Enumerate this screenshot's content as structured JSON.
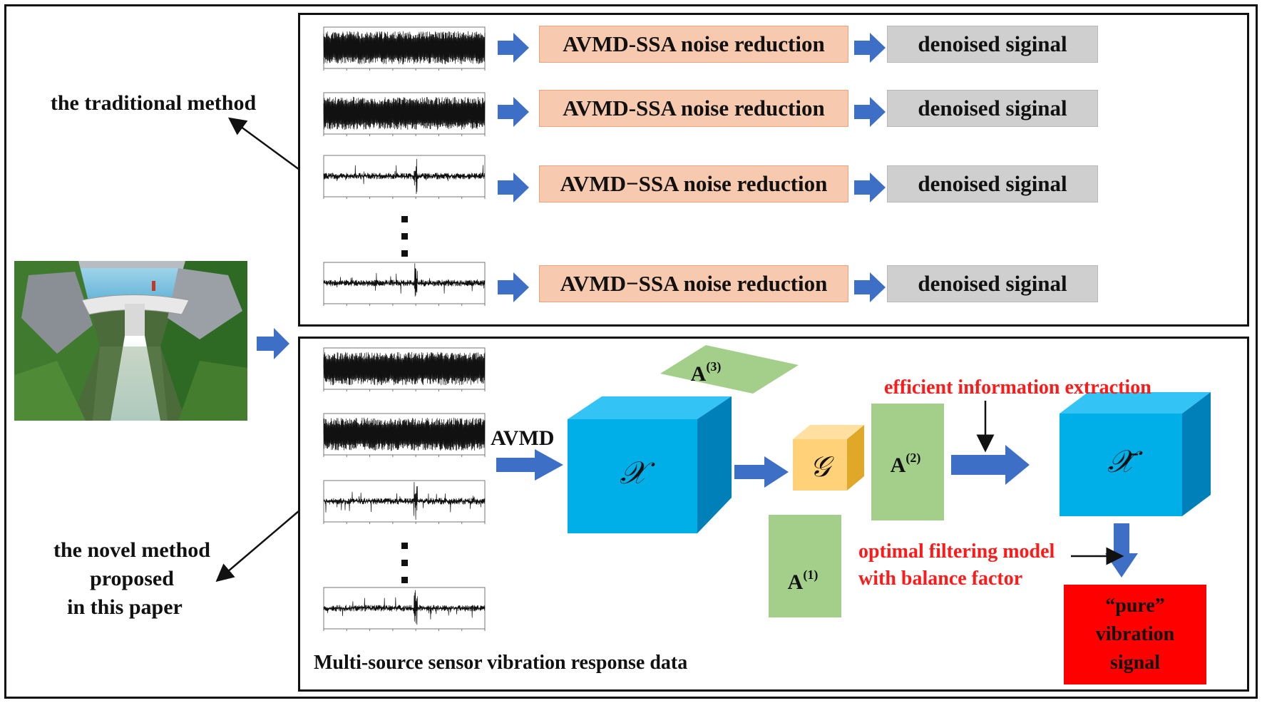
{
  "labels": {
    "traditional_method": "the traditional method",
    "novel_method_line1": "the novel method",
    "novel_method_line2": "proposed",
    "novel_method_line3": "in this paper",
    "multi_source": "Multi-source sensor vibration response data",
    "avmd": "AVMD",
    "efficient_extraction": "efficient information extraction",
    "optimal_line1": "optimal filtering model",
    "optimal_line2": "with balance factor",
    "pure_line1": "“pure”",
    "pure_line2": "vibration",
    "pure_line3": "signal"
  },
  "traditional_rows": [
    {
      "process": "AVMD-SSA noise reduction",
      "output": "denoised siginal"
    },
    {
      "process": "AVMD-SSA noise reduction",
      "output": "denoised siginal"
    },
    {
      "process": "AVMD−SSA noise reduction",
      "output": "denoised siginal"
    },
    {
      "process": "AVMD−SSA noise reduction",
      "output": "denoised siginal"
    }
  ],
  "tensor": {
    "input": "𝒳",
    "core": "𝒢",
    "factor1": "A",
    "factor1_sup": "(1)",
    "factor2": "A",
    "factor2_sup": "(2)",
    "factor3": "A",
    "factor3_sup": "(3)",
    "output": "𝒳̄"
  },
  "colors": {
    "orange_box": "#f7c9ae",
    "grey_box": "#cfcfcf",
    "arrow_blue": "#3e6fc7",
    "cube_front": "#00aee8",
    "cube_top": "#33c4f5",
    "cube_side": "#0080b8",
    "core_front": "#ffd27a",
    "core_side": "#e0a828",
    "factor_green": "#a3cf8a",
    "red_text": "#ff1a1a",
    "pure_box": "#ff0000"
  }
}
